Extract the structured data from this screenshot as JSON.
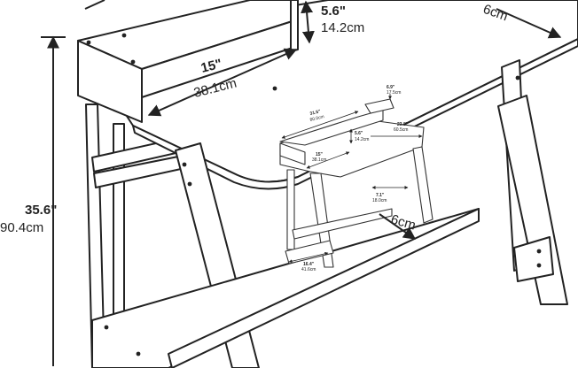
{
  "dimensions": {
    "shelf_height_in": "5.6\"",
    "shelf_height_cm": "14.2cm",
    "shelf_width_in": "15\"",
    "shelf_width_cm": "38.1cm",
    "desk_height_in": "35.6\"",
    "desk_height_cm": "90.4cm",
    "top_width_cm_partial": "6cm",
    "inset_depth_cm_partial": "6cm"
  },
  "inset_labels": {
    "a_in": "31.5\"",
    "a_cm": "80.0cm",
    "b_in": "6.9\"",
    "b_cm": "17.5cm",
    "c_in": "5.6\"",
    "c_cm": "14.2cm",
    "d_in": "15\"",
    "d_cm": "38.1cm",
    "e_in": "23.8\"",
    "e_cm": "60.5cm",
    "f_in": "7.1\"",
    "f_cm": "18.0cm",
    "g_in": "16.4\"",
    "g_cm": "41.6cm"
  },
  "colors": {
    "line": "#222222",
    "fill": "#ffffff"
  }
}
